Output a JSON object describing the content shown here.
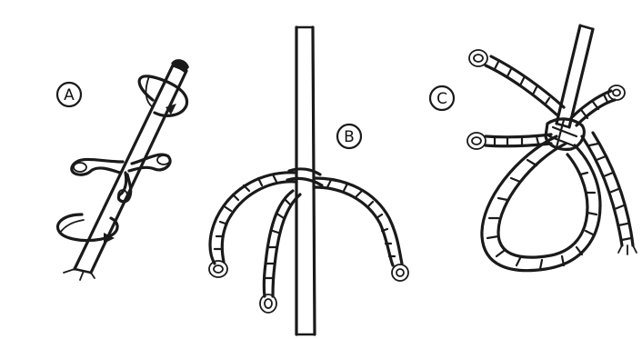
{
  "figure": {
    "labels": {
      "a": "A",
      "b": "B",
      "c": "C"
    },
    "colors": {
      "ink": "#1a1a1a",
      "paper": "#ffffff"
    }
  }
}
